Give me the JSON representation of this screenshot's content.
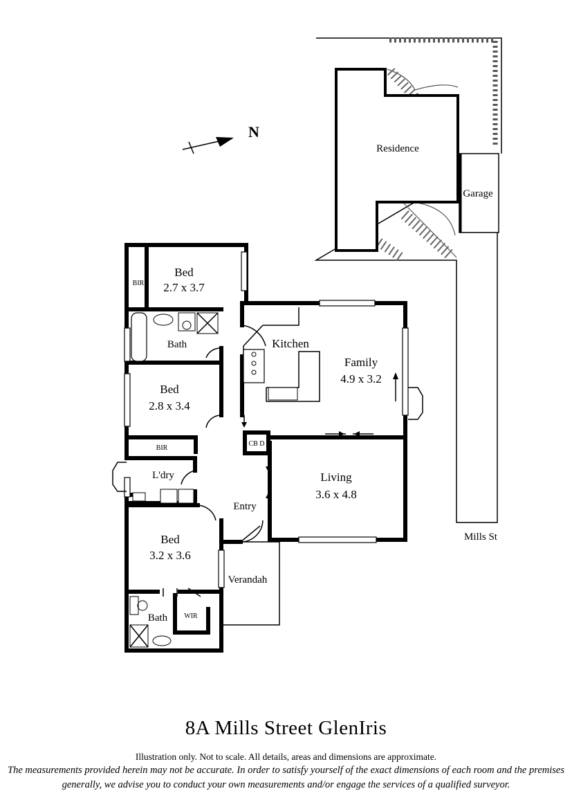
{
  "compass": {
    "label": "N"
  },
  "site": {
    "residence": "Residence",
    "garage": "Garage",
    "street": "Mills St"
  },
  "rooms": {
    "bed1": {
      "name": "Bed",
      "size": "2.7 x 3.7"
    },
    "bir1": "BIR",
    "bath1": "Bath",
    "kitchen": "Kitchen",
    "family": {
      "name": "Family",
      "size": "4.9 x 3.2"
    },
    "bed2": {
      "name": "Bed",
      "size": "2.8 x 3.4"
    },
    "bir2": "BIR",
    "laundry": "L'dry",
    "cbd": "CB D",
    "living": {
      "name": "Living",
      "size": "3.6 x 4.8"
    },
    "entry": "Entry",
    "bed3": {
      "name": "Bed",
      "size": "3.2 x 3.6"
    },
    "verandah": "Verandah",
    "bath2": "Bath",
    "wir": "WIR"
  },
  "title": "8A  Mills Street GlenIris",
  "disclaimer_short": "Illustration only. Not to scale. All details, areas and dimensions are approximate.",
  "disclaimer_long": "The measurements provided herein may not be accurate. In order to satisfy yourself of the exact dimensions of each room and the premises generally, we advise you to conduct your own measurements and/or engage the services of a qualified surveyor."
}
